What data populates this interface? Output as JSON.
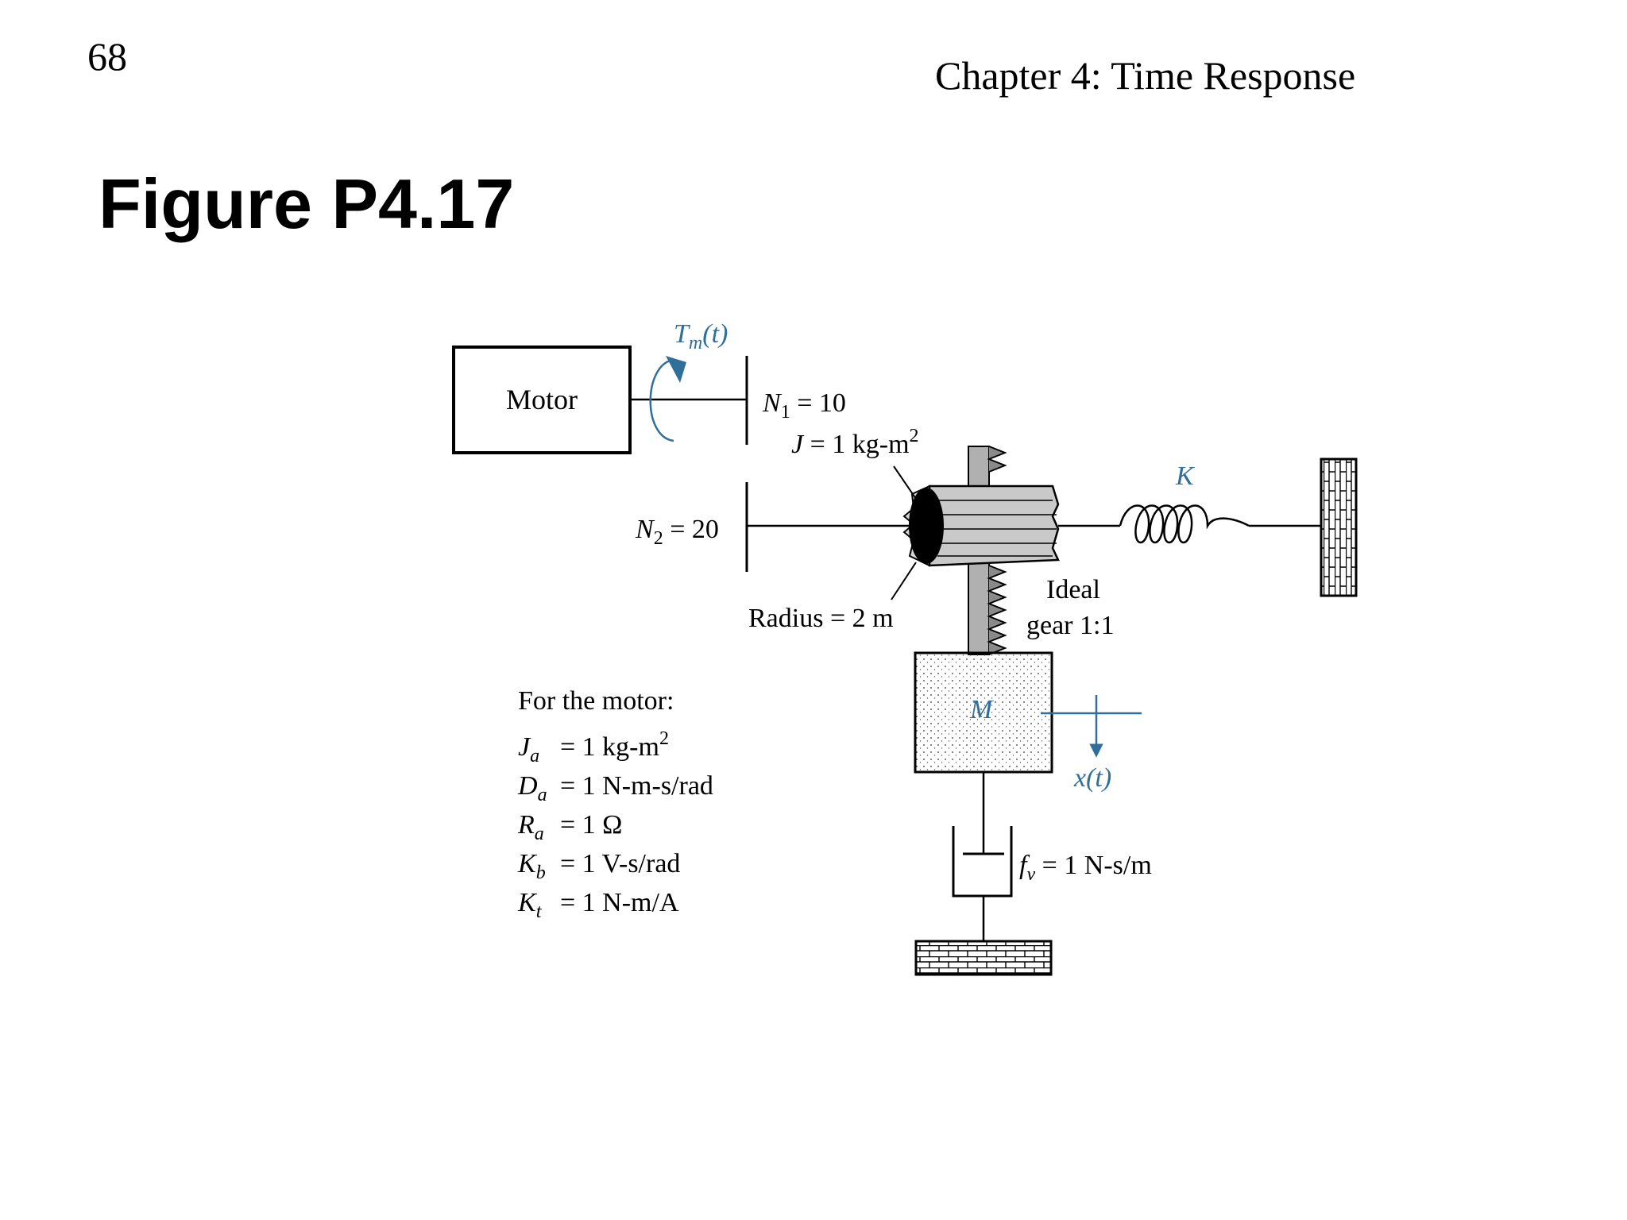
{
  "page_number": "68",
  "chapter_title": "Chapter 4: Time Response",
  "figure_title": "Figure P4.17",
  "diagram": {
    "motor_label": "Motor",
    "torque_label": {
      "main": "T",
      "sub": "m",
      "arg": "(t)"
    },
    "n1": {
      "main": "N",
      "sub": "1",
      "rest": " = 10"
    },
    "n2": {
      "main": "N",
      "sub": "2",
      "rest": " = 20"
    },
    "inertia": {
      "main": "J",
      "rest": " = 1 kg-m",
      "sup": "2"
    },
    "radius_label": "Radius = 2 m",
    "spring_label": "K",
    "gear_label_line1": "Ideal",
    "gear_label_line2": "gear 1:1",
    "mass_label": "M",
    "displacement_label": "x(t)",
    "damper": {
      "main": "f",
      "sub": "v",
      "rest": " = 1 N-s/m"
    },
    "motor_params": {
      "heading": "For the motor:",
      "items": [
        {
          "main": "J",
          "sub": "a",
          "rest": "= 1 kg-m",
          "sup": "2"
        },
        {
          "main": "D",
          "sub": "a",
          "rest": "= 1 N-m-s/rad",
          "sup": ""
        },
        {
          "main": "R",
          "sub": "a",
          "rest": "= 1 Ω",
          "sup": ""
        },
        {
          "main": "K",
          "sub": "b",
          "rest": "= 1 V-s/rad",
          "sup": ""
        },
        {
          "main": "K",
          "sub": "t",
          "rest": "= 1 N-m/A",
          "sup": ""
        }
      ]
    }
  },
  "colors": {
    "accent": "#2f6f9a",
    "ink": "#000000",
    "rack": "#b0b0b0"
  }
}
